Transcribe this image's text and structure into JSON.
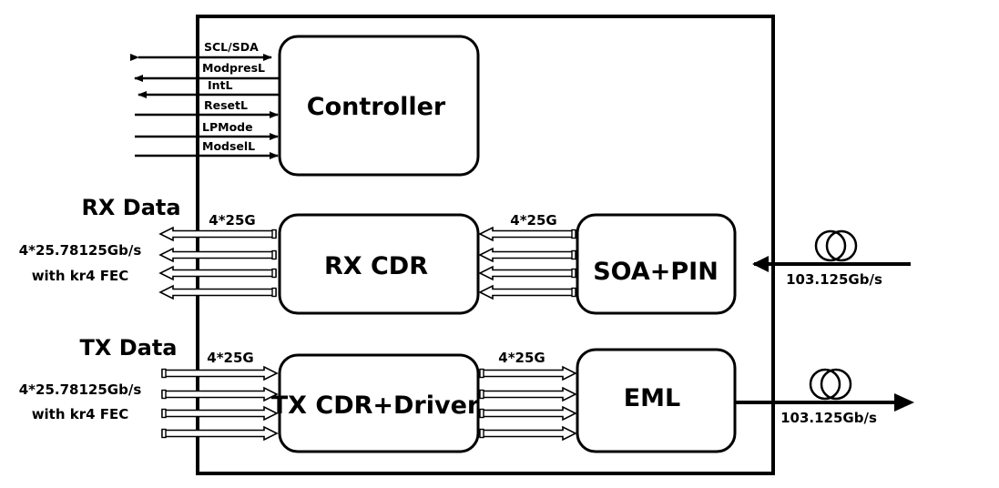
{
  "blocks": {
    "controller": "Controller",
    "rx_cdr": "RX CDR",
    "soa_pin": "SOA+PIN",
    "tx_cdr": "TX CDR+Driver",
    "eml": "EML"
  },
  "control_signals": [
    "SCL/SDA",
    "ModpresL",
    "IntL",
    "ResetL",
    "LPMode",
    "ModselL"
  ],
  "rx": {
    "title": "RX Data",
    "rate": "4*25.78125Gb/s",
    "fec": "with kr4 FEC",
    "bus_left": "4*25G",
    "bus_right": "4*25G",
    "optical_rate": "103.125Gb/s"
  },
  "tx": {
    "title": "TX Data",
    "rate": "4*25.78125Gb/s",
    "fec": "with kr4 FEC",
    "bus_left": "4*25G",
    "bus_right": "4*25G",
    "optical_rate": "103.125Gb/s"
  }
}
